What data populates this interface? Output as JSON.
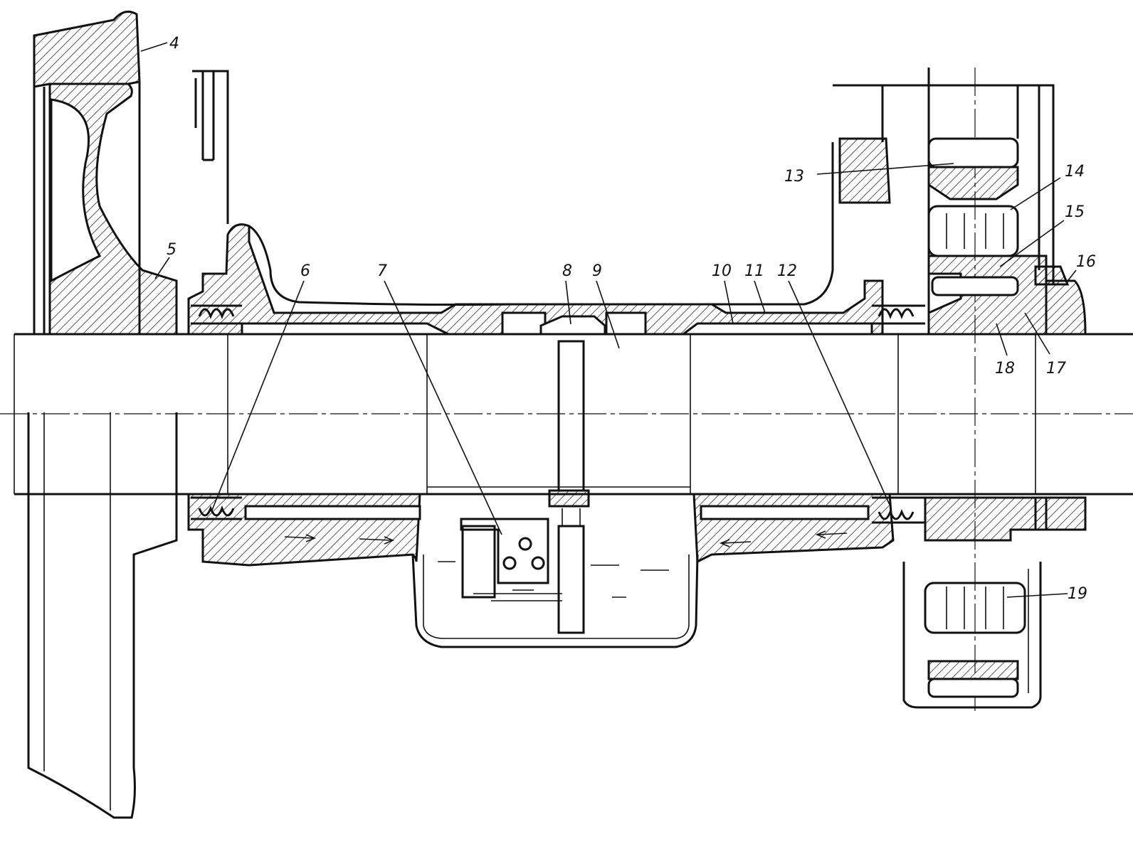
{
  "drawing": {
    "callouts": [
      "4",
      "5",
      "6",
      "7",
      "8",
      "9",
      "10",
      "11",
      "12",
      "13",
      "14",
      "15",
      "16",
      "17",
      "18",
      "19"
    ],
    "colors": {
      "ink": "#111111",
      "paper": "#ffffff"
    }
  }
}
